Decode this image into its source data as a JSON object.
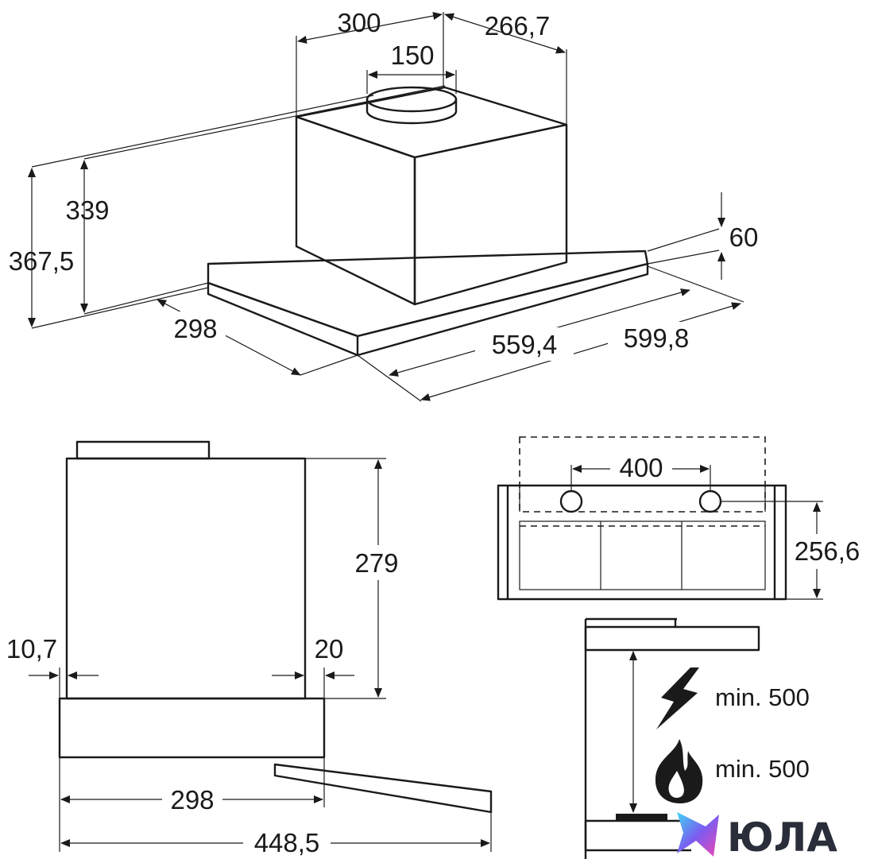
{
  "dimensions": {
    "top_width_left": "300",
    "top_width_right": "266,7",
    "outlet_diameter": "150",
    "height_inner": "339",
    "height_total": "367,5",
    "panel_height": "60",
    "depth_top": "298",
    "width_inner": "559,4",
    "width_total": "599,8",
    "side_height": "279",
    "offset_left": "10,7",
    "offset_right": "20",
    "depth_side": "298",
    "depth_extended": "448,5",
    "hole_spacing": "400",
    "front_height": "256,6"
  },
  "clearances": {
    "electric": "min. 500",
    "gas": "min. 500"
  },
  "icons": {
    "electric": "lightning-icon",
    "gas": "flame-icon"
  },
  "watermark": {
    "text": "ЮЛА"
  }
}
